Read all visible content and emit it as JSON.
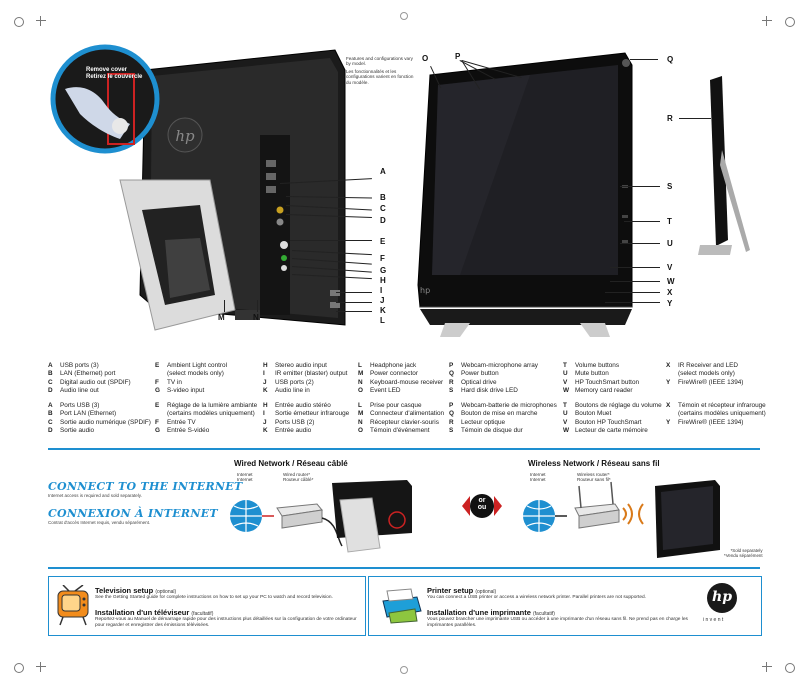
{
  "notice": {
    "en": "Features and configurations vary by model.",
    "fr": "Les fonctionnalités et les configurations varient en fonction du modèle."
  },
  "remove_cover": {
    "en": "Remove cover",
    "fr": "Retirez le couvercle"
  },
  "back_callouts": [
    "A",
    "B",
    "C",
    "D",
    "E",
    "F",
    "G",
    "H",
    "I",
    "J",
    "K",
    "L",
    "M",
    "N"
  ],
  "front_callouts": [
    "O",
    "P",
    "Q",
    "R",
    "S",
    "T",
    "U",
    "V",
    "W",
    "X",
    "Y"
  ],
  "legend_en": [
    [
      [
        "A",
        "USB ports (3)"
      ],
      [
        "B",
        "LAN (Ethernet) port"
      ],
      [
        "C",
        "Digital audio out (SPDIF)"
      ],
      [
        "D",
        "Audio line out"
      ]
    ],
    [
      [
        "E",
        "Ambient Light control"
      ],
      [
        "",
        "(select models only)"
      ],
      [
        "F",
        "TV in"
      ],
      [
        "G",
        "S-video input"
      ]
    ],
    [
      [
        "H",
        "Stereo audio input"
      ],
      [
        "I",
        "IR emitter (blaster) output"
      ],
      [
        "J",
        "USB ports (2)"
      ],
      [
        "K",
        "Audio line in"
      ]
    ],
    [
      [
        "L",
        "Headphone jack"
      ],
      [
        "M",
        "Power connector"
      ],
      [
        "N",
        "Keyboard-mouse receiver"
      ],
      [
        "O",
        "Event LED"
      ]
    ],
    [
      [
        "P",
        "Webcam-microphone array"
      ],
      [
        "Q",
        "Power button"
      ],
      [
        "R",
        "Optical drive"
      ],
      [
        "S",
        "Hard disk drive LED"
      ]
    ],
    [
      [
        "T",
        "Volume buttons"
      ],
      [
        "U",
        "Mute button"
      ],
      [
        "V",
        "HP TouchSmart button"
      ],
      [
        "W",
        "Memory card reader"
      ]
    ],
    [
      [
        "X",
        "IR Receiver and LED"
      ],
      [
        "",
        "(select models only)"
      ],
      [
        "Y",
        "FireWire® (IEEE 1394)"
      ]
    ]
  ],
  "legend_fr": [
    [
      [
        "A",
        "Ports USB (3)"
      ],
      [
        "B",
        "Port LAN (Ethernet)"
      ],
      [
        "C",
        "Sortie audio numérique (SPDIF)"
      ],
      [
        "D",
        "Sortie audio"
      ]
    ],
    [
      [
        "E",
        "Réglage de la lumière ambiante"
      ],
      [
        "",
        "(certains modèles uniquement)"
      ],
      [
        "F",
        "Entrée TV"
      ],
      [
        "G",
        "Entrée S-vidéo"
      ]
    ],
    [
      [
        "H",
        "Entrée audio stéréo"
      ],
      [
        "I",
        "Sortie émetteur infrarouge"
      ],
      [
        "J",
        "Ports USB (2)"
      ],
      [
        "K",
        "Entrée audio"
      ]
    ],
    [
      [
        "L",
        "Prise pour casque"
      ],
      [
        "M",
        "Connecteur d'alimentation"
      ],
      [
        "N",
        "Récepteur clavier-souris"
      ],
      [
        "O",
        "Témoin d'événement"
      ]
    ],
    [
      [
        "P",
        "Webcam-batterie de microphones"
      ],
      [
        "Q",
        "Bouton de mise en marche"
      ],
      [
        "R",
        "Lecteur optique"
      ],
      [
        "S",
        "Témoin de disque dur"
      ]
    ],
    [
      [
        "T",
        "Boutons de réglage du volume"
      ],
      [
        "U",
        "Bouton Muet"
      ],
      [
        "V",
        "Bouton HP TouchSmart"
      ],
      [
        "W",
        "Lecteur de carte mémoire"
      ]
    ],
    [
      [
        "X",
        "Témoin et récepteur infrarouge"
      ],
      [
        "",
        "(certains modèles uniquement)"
      ],
      [
        "Y",
        "FireWire® (IEEE 1394)"
      ]
    ]
  ],
  "internet": {
    "title_en": "CONNECT TO THE INTERNET",
    "sub_en": "Internet access is required and sold separately.",
    "title_fr": "CONNEXION À INTERNET",
    "sub_fr": "Contrat d'accès Internet requis, vendu séparément."
  },
  "wired": {
    "title": "Wired Network / Réseau câblé",
    "internet": "Internet\nInternet",
    "router": "Wired router*\nRouteur câblé*"
  },
  "or_label": "or\nou",
  "wireless": {
    "title": "Wireless Network / Réseau sans fil",
    "internet": "Internet\nInternet",
    "router": "Wireless router*\nRouteur sans fil*",
    "footnote": "*Sold separately\n*Vendu séparément"
  },
  "tv": {
    "title_en": "Television setup",
    "opt_en": "(optional)",
    "body_en": "See the Getting Started guide for complete instructions on how to set up your PC to watch and record television.",
    "title_fr": "Installation d'un téléviseur",
    "opt_fr": "(facultatif)",
    "body_fr": "Reportez-vous au Manuel de démarrage rapide pour des instructions plus détaillées sur la configuration de votre ordinateur pour regarder et enregistrer des émissions télévisées."
  },
  "printer": {
    "title_en": "Printer setup",
    "opt_en": "(optional)",
    "body_en": "You can connect a USB printer or access a wireless network printer. Parallel printers are not supported.",
    "title_fr": "Installation d'une imprimante",
    "opt_fr": "(facultatif)",
    "body_fr": "Vous pouvez brancher une imprimante USB ou accéder à une imprimante d'un réseau sans fil. Ne prend pas en charge les imprimantes parallèles."
  },
  "brand": {
    "logo": "hp",
    "tagline": "i n v e n t"
  },
  "colors": {
    "accent": "#1e8fd0",
    "monitor": "#111111",
    "red": "#cc2222"
  }
}
